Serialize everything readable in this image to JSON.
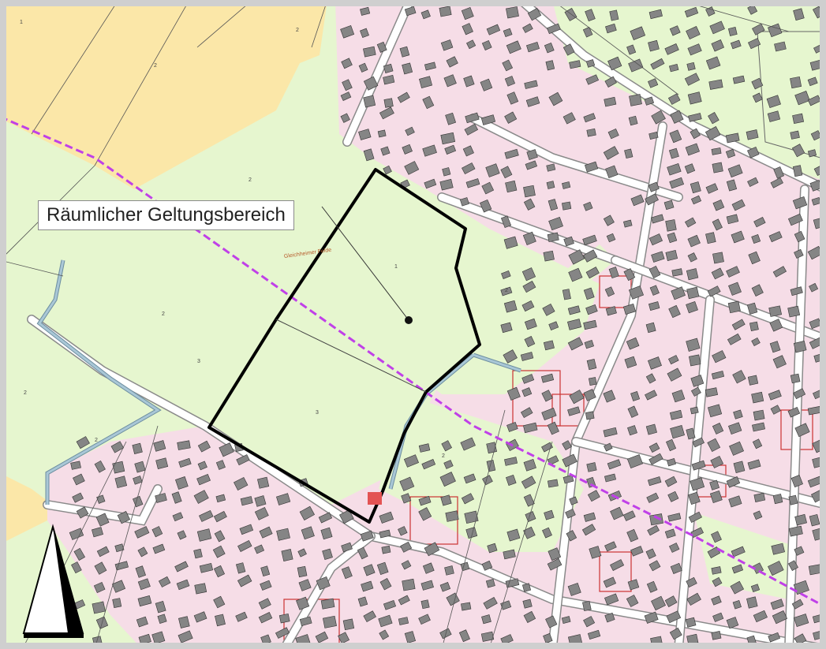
{
  "map": {
    "callout_label": "Räumlicher Geltungsbereich",
    "area_label": "Gleichheimer Felde",
    "parcel_numbers": [
      "1",
      "2",
      "2",
      "2",
      "1",
      "2",
      "3",
      "2",
      "2",
      "3",
      "2",
      "2"
    ],
    "legend": {
      "colors": {
        "agricultural": "#fbe7a8",
        "green_area": "#e6f6cf",
        "residential": "#f6dde7",
        "road": "#ffffff",
        "building": "#858585",
        "boundary": "#000000",
        "district_line": "#c040e8",
        "lot_outline": "#cc3333",
        "water": "#a9c7d6"
      }
    },
    "north_arrow": {
      "icon": "north-arrow-icon"
    }
  }
}
